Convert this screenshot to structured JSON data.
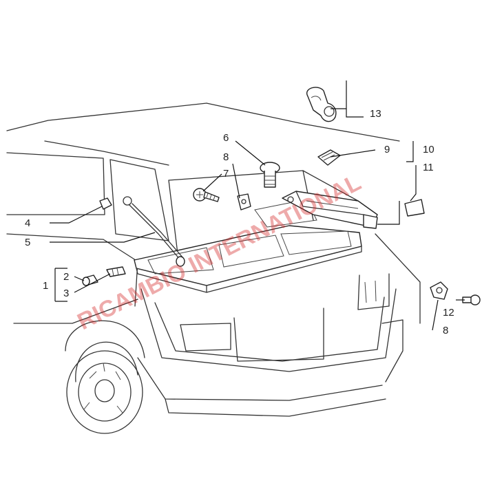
{
  "diagram": {
    "callouts": {
      "c1": "1",
      "c2": "2",
      "c3": "3",
      "c4": "4",
      "c5": "5",
      "c6": "6",
      "c7": "7",
      "c8a": "8",
      "c8b": "8",
      "c9": "9",
      "c10": "10",
      "c11": "11",
      "c12": "12",
      "c13": "13"
    },
    "watermark": "RICAMBIO INTERNATIONAL"
  },
  "colors": {
    "linework": "#333333",
    "watermark": "#d32020",
    "background": "#ffffff"
  }
}
